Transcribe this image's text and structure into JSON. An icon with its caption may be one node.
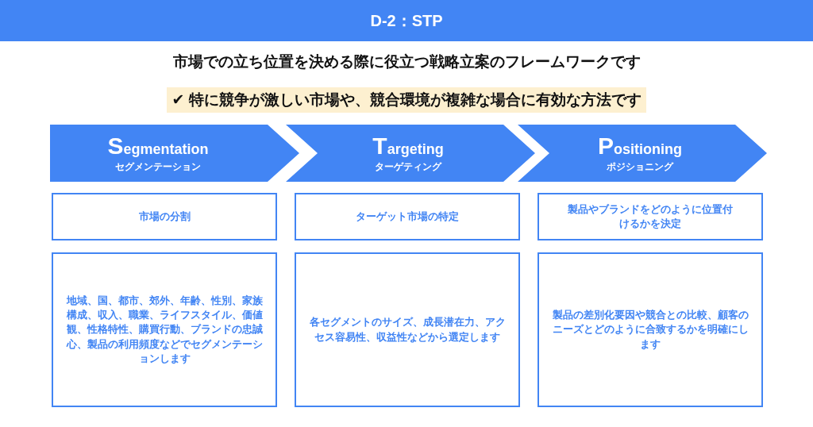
{
  "diagram": {
    "title": "D-2：STP",
    "nodes": [
      {
        "text": [
          "Segmentation",
          "セグメンテーション"
        ]
      },
      {
        "text": [
          "Targeting",
          "ターゲティング"
        ]
      },
      {
        "text": [
          "Positioning",
          "ポジショニング"
        ]
      },
      {
        "text": [
          "市場の分割"
        ]
      },
      {
        "text": [
          "ターゲット市場の特定"
        ]
      },
      {
        "text": [
          "製品やブランドをどのように位置付けるかを決定"
        ]
      },
      {
        "text": [
          "地域、国、都市、郊外、年齢、性別、家族構成、収入、職業、ライフスタイル、価値観、性格特性、購買行動、ブランドの忠誠心、製品の利用頻度などでセグメンテーションします"
        ]
      },
      {
        "text": [
          "各セグメントのサイズ、成長潜在力、アクセス容易性、収益性などから選定します"
        ]
      },
      {
        "text": [
          "製品の差別化要因や競合との比較、顧客のニーズとどのように合致するかを明確にします"
        ]
      }
    ],
    "labels": [
      "市場での立ち位置を決める際に役立つ戦略立案のフレームワークです",
      "✔ 特に競争が激しい市場や、競合環境が複雑な場合に有効な方法です"
    ]
  }
}
